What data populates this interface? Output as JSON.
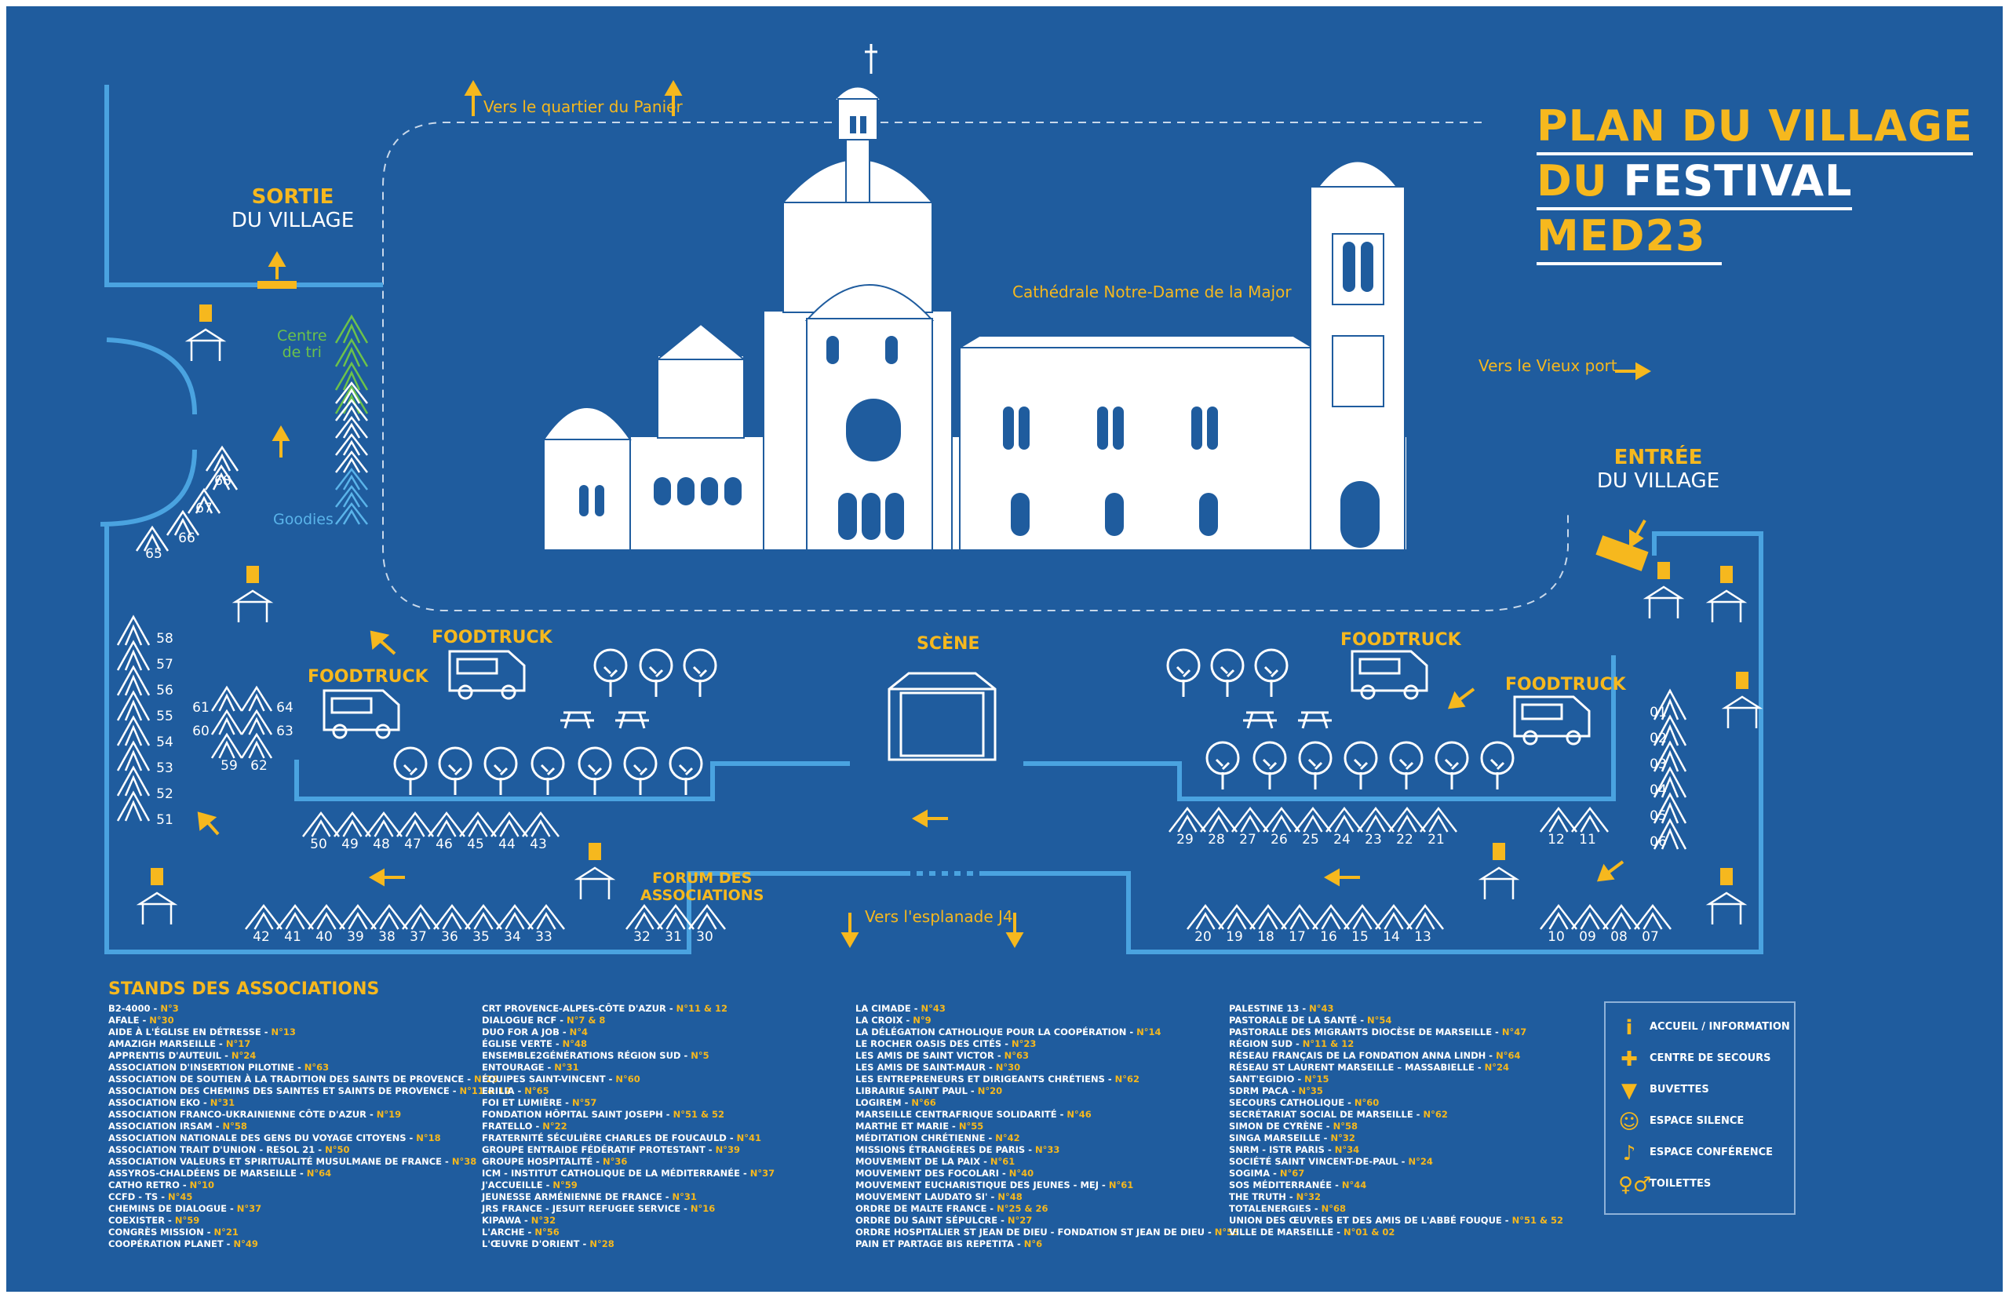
{
  "title": {
    "line1": "PLAN DU VILLAGE",
    "line2a": "DU",
    "line2b": "FESTIVAL",
    "line3": "MED23"
  },
  "labels": {
    "panier": "Vers le quartier du Panier",
    "vieux_port": "Vers le Vieux port",
    "esplanade": "Vers l'esplanade J4",
    "cathedrale": "Cathédrale Notre-Dame de la Major",
    "sortie": "SORTIE",
    "sortie2": "DU VILLAGE",
    "entree": "ENTRÉE",
    "entree2": "DU VILLAGE",
    "centre1": "Centre",
    "centre2": "de tri",
    "goodies": "Goodies",
    "foodtruck": "FOODTRUCK",
    "scene": "SCÈNE",
    "forum1": "FORUM DES",
    "forum2": "ASSOCIATIONS"
  },
  "colors": {
    "background": "#1f5c9e",
    "accent": "#f6b81e",
    "line": "#4aa3e0",
    "green": "#6cc24a",
    "light_blue": "#5ab4ea"
  },
  "stands": {
    "left_column": [
      "58",
      "57",
      "56",
      "55",
      "54",
      "53",
      "52",
      "51"
    ],
    "left_arc": [
      "68",
      "67",
      "66",
      "65"
    ],
    "cluster_left": [
      "61",
      "60"
    ],
    "cluster_right": [
      "64",
      "63"
    ],
    "cluster_bottom": [
      "59",
      "62"
    ],
    "row_50_43": [
      "50",
      "49",
      "48",
      "47",
      "46",
      "45",
      "44",
      "43"
    ],
    "row_42_33": [
      "42",
      "41",
      "40",
      "39",
      "38",
      "37",
      "36",
      "35",
      "34",
      "33"
    ],
    "row_32_30": [
      "32",
      "31",
      "30"
    ],
    "row_29_21": [
      "29",
      "28",
      "27",
      "26",
      "25",
      "24",
      "23",
      "22",
      "21"
    ],
    "row_12_11": [
      "12",
      "11"
    ],
    "row_20_13": [
      "20",
      "19",
      "18",
      "17",
      "16",
      "15",
      "14",
      "13"
    ],
    "row_10_07": [
      "10",
      "09",
      "08",
      "07"
    ],
    "right_column": [
      "01",
      "02",
      "03",
      "04",
      "05",
      "06"
    ]
  },
  "associations_title": "STANDS DES ASSOCIATIONS",
  "associations": [
    [
      {
        "name": "B2-4000 -",
        "no": " N°3"
      },
      {
        "name": "AFALE -",
        "no": " N°30"
      },
      {
        "name": "AIDE À L'ÉGLISE EN DÉTRESSE -",
        "no": " N°13"
      },
      {
        "name": "AMAZIGH MARSEILLE -",
        "no": " N°17"
      },
      {
        "name": "APPRENTIS D'AUTEUIL -",
        "no": " N°24"
      },
      {
        "name": "ASSOCIATION D'INSERTION PILOTINE -",
        "no": " N°63"
      },
      {
        "name": "ASSOCIATION DE SOUTIEN À LA TRADITION DES SAINTS DE PROVENCE -",
        "no": " N°29"
      },
      {
        "name": "ASSOCIATION DES CHEMINS DES SAINTES ET SAINTS DE PROVENCE -",
        "no": " N°11 & 12"
      },
      {
        "name": "ASSOCIATION EKO -",
        "no": " N°31"
      },
      {
        "name": "ASSOCIATION FRANCO-UKRAINIENNE CÔTE D'AZUR -",
        "no": " N°19"
      },
      {
        "name": "ASSOCIATION IRSAM -",
        "no": " N°58"
      },
      {
        "name": "ASSOCIATION NATIONALE DES GENS DU VOYAGE CITOYENS -",
        "no": " N°18"
      },
      {
        "name": "ASSOCIATION TRAIT D'UNION - RESOL 21 -",
        "no": " N°50"
      },
      {
        "name": "ASSOCIATION VALEURS ET SPIRITUALITÉ MUSULMANE DE FRANCE -",
        "no": " N°38"
      },
      {
        "name": "ASSYROS-CHALDÉENS DE MARSEILLE -",
        "no": " N°64"
      },
      {
        "name": "CATHO RETRO -",
        "no": " N°10"
      },
      {
        "name": "CCFD - TS -",
        "no": " N°45"
      },
      {
        "name": "CHEMINS DE DIALOGUE -",
        "no": " N°37"
      },
      {
        "name": "COEXISTER -",
        "no": " N°59"
      },
      {
        "name": "CONGRÈS MISSION -",
        "no": " N°21"
      },
      {
        "name": "COOPÉRATION PLANET -",
        "no": " N°49"
      }
    ],
    [
      {
        "name": "CRT PROVENCE-ALPES-CÔTE D'AZUR -",
        "no": " N°11 & 12"
      },
      {
        "name": "DIALOGUE RCF -",
        "no": " N°7 & 8"
      },
      {
        "name": "DUO FOR A JOB -",
        "no": " N°4"
      },
      {
        "name": "ÉGLISE VERTE -",
        "no": " N°48"
      },
      {
        "name": "ENSEMBLE2GÉNÉRATIONS RÉGION SUD -",
        "no": " N°5"
      },
      {
        "name": "ENTOURAGE -",
        "no": " N°31"
      },
      {
        "name": "ÉQUIPES SAINT-VINCENT -",
        "no": " N°60"
      },
      {
        "name": "ERILIA -",
        "no": " N°65"
      },
      {
        "name": "FOI ET LUMIÈRE -",
        "no": " N°57"
      },
      {
        "name": "FONDATION HÔPITAL SAINT JOSEPH -",
        "no": " N°51 & 52"
      },
      {
        "name": "FRATELLO -",
        "no": " N°22"
      },
      {
        "name": "FRATERNITÉ SÉCULIÈRE CHARLES DE FOUCAULD -",
        "no": " N°41"
      },
      {
        "name": "GROUPE ENTRAIDE FÉDÉRATIF PROTESTANT -",
        "no": " N°39"
      },
      {
        "name": "GROUPE HOSPITALITÉ -",
        "no": " N°36"
      },
      {
        "name": "ICM - INSTITUT CATHOLIQUE DE LA MÉDITERRANÉE -",
        "no": " N°37"
      },
      {
        "name": "J'ACCUEILLE -",
        "no": " N°59"
      },
      {
        "name": "JEUNESSE ARMÉNIENNE DE FRANCE -",
        "no": " N°31"
      },
      {
        "name": "JRS FRANCE - JESUIT REFUGEE SERVICE -",
        "no": " N°16"
      },
      {
        "name": "KIPAWA -",
        "no": " N°32"
      },
      {
        "name": "L'ARCHE -",
        "no": " N°56"
      },
      {
        "name": "L'ŒUVRE D'ORIENT -",
        "no": " N°28"
      }
    ],
    [
      {
        "name": "LA CIMADE -",
        "no": " N°43"
      },
      {
        "name": "LA CROIX -",
        "no": " N°9"
      },
      {
        "name": "LA DÉLÉGATION CATHOLIQUE POUR LA COOPÉRATION -",
        "no": " N°14"
      },
      {
        "name": "LE ROCHER OASIS DES CITÉS -",
        "no": " N°23"
      },
      {
        "name": "LES AMIS DE SAINT VICTOR -",
        "no": " N°63"
      },
      {
        "name": "LES AMIS DE SAINT-MAUR -",
        "no": " N°30"
      },
      {
        "name": "LES ENTREPRENEURS ET DIRIGEANTS CHRÉTIENS -",
        "no": " N°62"
      },
      {
        "name": "LIBRAIRIE SAINT PAUL -",
        "no": " N°20"
      },
      {
        "name": "LOGIREM -",
        "no": " N°66"
      },
      {
        "name": "MARSEILLE CENTRAFRIQUE SOLIDARITÉ -",
        "no": " N°46"
      },
      {
        "name": "MARTHE ET MARIE -",
        "no": " N°55"
      },
      {
        "name": "MÉDITATION CHRÉTIENNE -",
        "no": " N°42"
      },
      {
        "name": "MISSIONS ÉTRANGÈRES DE PARIS -",
        "no": " N°33"
      },
      {
        "name": "MOUVEMENT DE LA PAIX -",
        "no": " N°61"
      },
      {
        "name": "MOUVEMENT DES FOCOLARI -",
        "no": " N°40"
      },
      {
        "name": "MOUVEMENT EUCHARISTIQUE DES JEUNES - MEJ -",
        "no": " N°61"
      },
      {
        "name": "MOUVEMENT LAUDATO SI' -",
        "no": " N°48"
      },
      {
        "name": "ORDRE DE MALTE FRANCE -",
        "no": " N°25 & 26"
      },
      {
        "name": "ORDRE DU SAINT SÉPULCRE -",
        "no": " N°27"
      },
      {
        "name": "ORDRE HOSPITALIER ST JEAN DE DIEU - FONDATION ST JEAN DE DIEU -",
        "no": " N°53"
      },
      {
        "name": "PAIN ET PARTAGE BIS REPETITA -",
        "no": " N°6"
      }
    ],
    [
      {
        "name": "PALESTINE 13 -",
        "no": " N°43"
      },
      {
        "name": "PASTORALE DE LA SANTÉ -",
        "no": " N°54"
      },
      {
        "name": "PASTORALE DES MIGRANTS DIOCÈSE DE MARSEILLE -",
        "no": " N°47"
      },
      {
        "name": "RÉGION SUD -",
        "no": " N°11 & 12"
      },
      {
        "name": "RÉSEAU FRANÇAIS DE LA FONDATION ANNA LINDH -",
        "no": " N°64"
      },
      {
        "name": "RÉSEAU ST LAURENT MARSEILLE – MASSABIELLE -",
        "no": " N°24"
      },
      {
        "name": "SANT'EGIDIO -",
        "no": " N°15"
      },
      {
        "name": "SDRM PACA -",
        "no": " N°35"
      },
      {
        "name": "SECOURS CATHOLIQUE -",
        "no": " N°60"
      },
      {
        "name": "SECRÉTARIAT SOCIAL DE MARSEILLE -",
        "no": " N°62"
      },
      {
        "name": "SIMON DE CYRÈNE -",
        "no": " N°58"
      },
      {
        "name": "SINGA MARSEILLE -",
        "no": " N°32"
      },
      {
        "name": "SNRM - ISTR PARIS -",
        "no": " N°34"
      },
      {
        "name": "SOCIÉTÉ SAINT VINCENT-DE-PAUL -",
        "no": " N°24"
      },
      {
        "name": "SOGIMA -",
        "no": " N°67"
      },
      {
        "name": "SOS MÉDITERRANÉE -",
        "no": " N°44"
      },
      {
        "name": "THE TRUTH -",
        "no": " N°32"
      },
      {
        "name": "TOTALENERGIES -",
        "no": " N°68"
      },
      {
        "name": "UNION DES ŒUVRES ET DES AMIS DE L'ABBÉ FOUQUE -",
        "no": " N°51 & 52"
      },
      {
        "name": "VILLE DE MARSEILLE -",
        "no": " N°01 & 02"
      }
    ]
  ],
  "legend": [
    {
      "icon": "info-icon",
      "glyph": "i",
      "label": "ACCUEIL / INFORMATION"
    },
    {
      "icon": "first-aid-icon",
      "glyph": "✚",
      "label": "CENTRE DE SECOURS"
    },
    {
      "icon": "drink-icon",
      "glyph": "▼",
      "label": "BUVETTES"
    },
    {
      "icon": "silence-icon",
      "glyph": "☺",
      "label": "ESPACE SILENCE"
    },
    {
      "icon": "microphone-icon",
      "glyph": "♪",
      "label": "ESPACE CONFÉRENCE"
    },
    {
      "icon": "toilets-icon",
      "glyph": "♀♂",
      "label": "TOILETTES"
    }
  ]
}
